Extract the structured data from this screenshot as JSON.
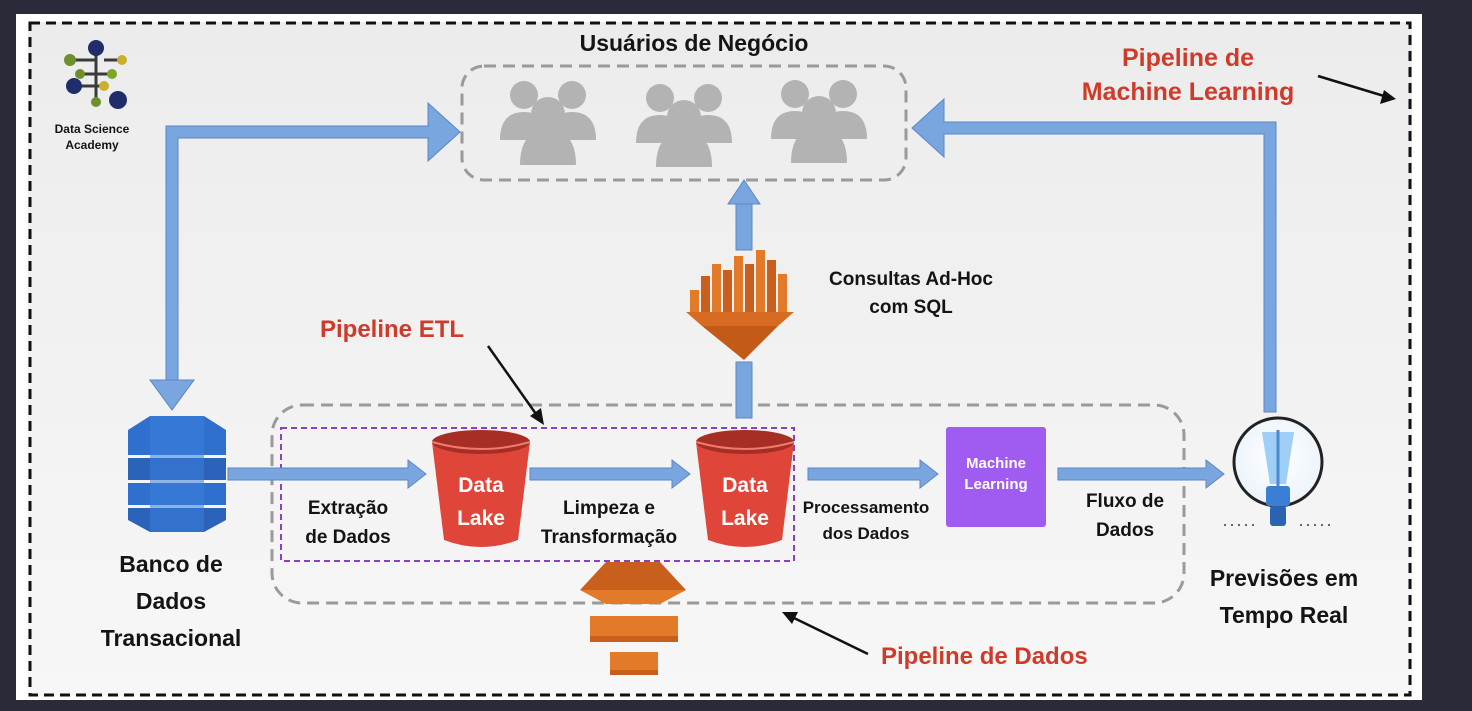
{
  "logo": {
    "line1": "Data Science",
    "line2": "Academy"
  },
  "users": {
    "title": "Usuários de Negócio"
  },
  "ml_pipeline_label": {
    "line1": "Pipeline de",
    "line2": "Machine Learning"
  },
  "etl_pipeline_label": "Pipeline ETL",
  "data_pipeline_label": "Pipeline de Dados",
  "adhoc": {
    "line1": "Consultas Ad-Hoc",
    "line2": "com SQL"
  },
  "database": {
    "line1": "Banco de",
    "line2": "Dados",
    "line3": "Transacional"
  },
  "extraction": {
    "line1": "Extração",
    "line2": "de Dados"
  },
  "lake1": {
    "line1": "Data",
    "line2": "Lake"
  },
  "cleaning": {
    "line1": "Limpeza e",
    "line2": "Transformação"
  },
  "lake2": {
    "line1": "Data",
    "line2": "Lake"
  },
  "processing": {
    "line1": "Processamento",
    "line2": "dos Dados"
  },
  "ml_box": {
    "line1": "Machine",
    "line2": "Learning"
  },
  "flow": {
    "line1": "Fluxo de",
    "line2": "Dados"
  },
  "predictions": {
    "line1": "Previsões em",
    "line2": "Tempo Real"
  },
  "colors": {
    "arrow_blue": "#7aa6df",
    "accent_red": "#cf3b2b",
    "bucket_red": "#e0453a",
    "orange": "#e27a2a",
    "ml_purple": "#a05cf0",
    "etl_border": "#8b3fc4",
    "db_blue": "#2f6fcd"
  }
}
